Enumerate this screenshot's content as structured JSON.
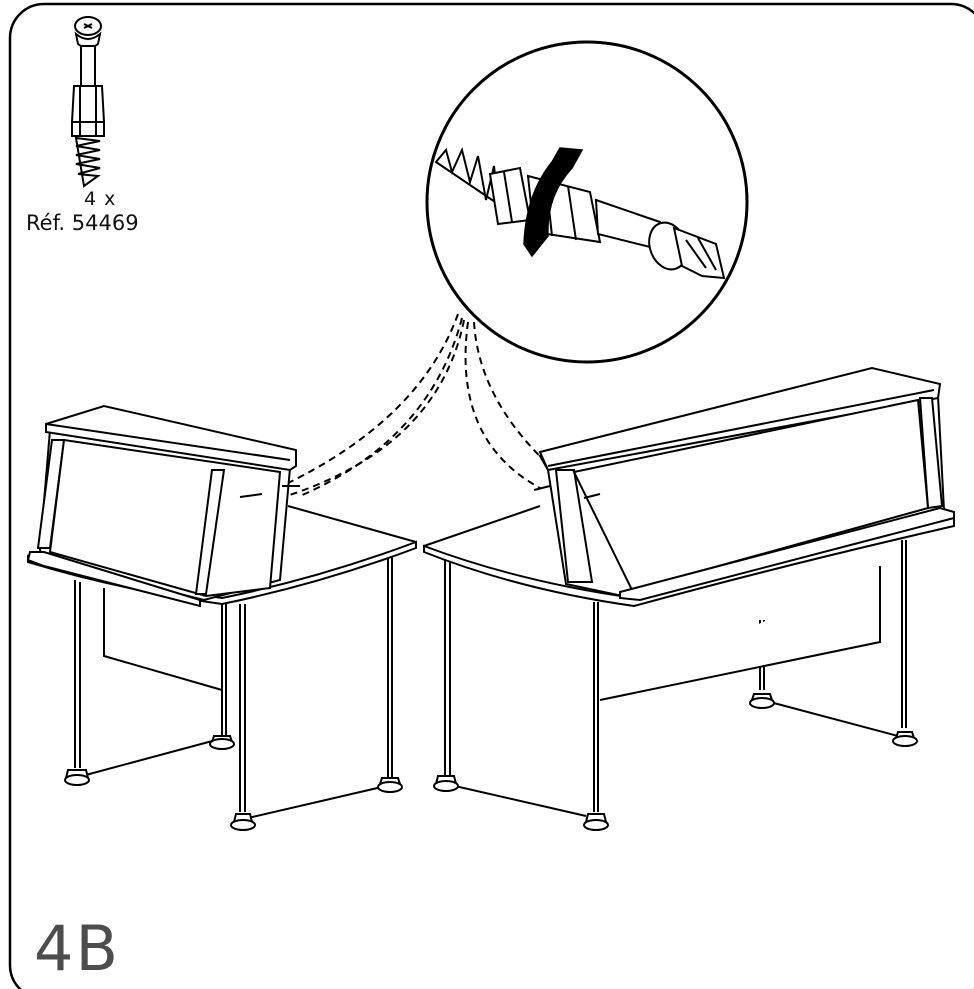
{
  "page": {
    "step_label": "4B"
  },
  "part": {
    "quantity": "4 x",
    "reference": "Réf. 54469"
  },
  "icons": {
    "part": "cam-bolt-icon",
    "detail": "magnified-detail-circle",
    "tool": "screwdriver-icon",
    "direction": "clockwise-arrow-icon"
  }
}
